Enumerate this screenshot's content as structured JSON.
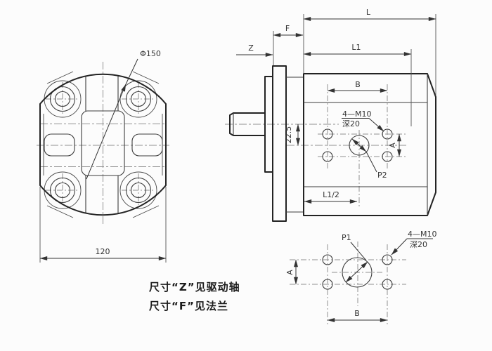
{
  "front": {
    "diameter_label": "Φ150",
    "width_label": "120"
  },
  "side": {
    "z_label": "Z",
    "f_label": "F",
    "l_label": "L",
    "l1_label": "L1",
    "b_label": "B",
    "a_label": "A",
    "offset_label": "22.5",
    "half_length_label": "L1/2",
    "port_label": "P2",
    "bolt_spec_label": "4—M10",
    "bolt_depth_label": "深20"
  },
  "bottom": {
    "port_label": "P1",
    "bolt_spec_label": "4—M10",
    "bolt_depth_label": "深20",
    "a_label": "A",
    "b_label": "B"
  },
  "notes": {
    "line1": "尺寸“Z”见驱动轴",
    "line2": "尺寸“F”见法兰"
  },
  "colors": {
    "ink": "#232323",
    "detail_line": "#3d3d3d",
    "centerline": "#8f8f8f",
    "dimension": "#333333",
    "background": "#fcfcfc"
  }
}
